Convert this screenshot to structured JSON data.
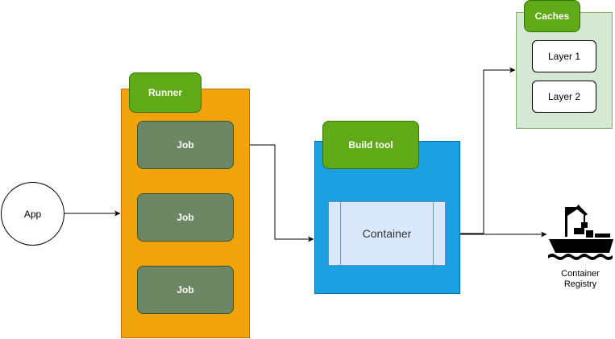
{
  "diagram": {
    "app": {
      "label": "App"
    },
    "runner": {
      "label": "Runner",
      "jobs": [
        "Job",
        "Job",
        "Job"
      ]
    },
    "build_tool": {
      "label": "Build tool",
      "container_label": "Container"
    },
    "caches": {
      "label": "Caches",
      "layers": [
        "Layer 1",
        "Layer 2"
      ]
    },
    "registry": {
      "label_line1": "Container",
      "label_line2": "Registry"
    }
  },
  "colors": {
    "runner_fill": "#f0a30a",
    "green_fill": "#60a917",
    "job_fill": "#6d8764",
    "build_fill": "#1ba1e2",
    "container_fill": "#dae8fc",
    "caches_fill": "#d5e8d4"
  }
}
